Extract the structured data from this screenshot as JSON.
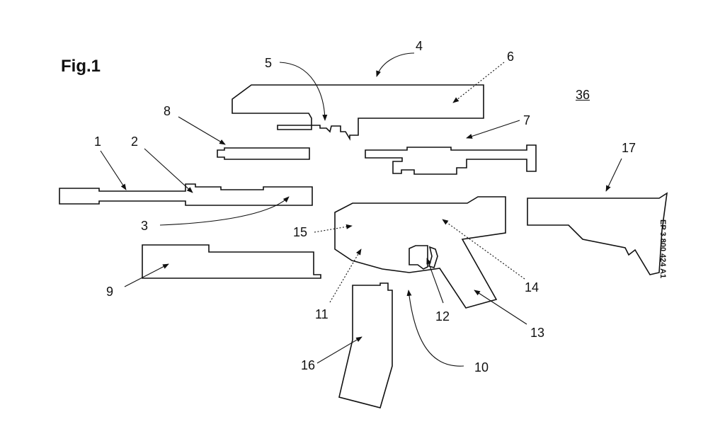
{
  "figure": {
    "title": "Fig.1",
    "reference": "36",
    "publication_number": "EP 3 800 424 A1"
  },
  "labels": {
    "1": "1",
    "2": "2",
    "3": "3",
    "4": "4",
    "5": "5",
    "6": "6",
    "7": "7",
    "8": "8",
    "9": "9",
    "10": "10",
    "11": "11",
    "12": "12",
    "13": "13",
    "14": "14",
    "15": "15",
    "16": "16",
    "17": "17"
  },
  "colors": {
    "line": "#111111",
    "background": "#ffffff"
  }
}
